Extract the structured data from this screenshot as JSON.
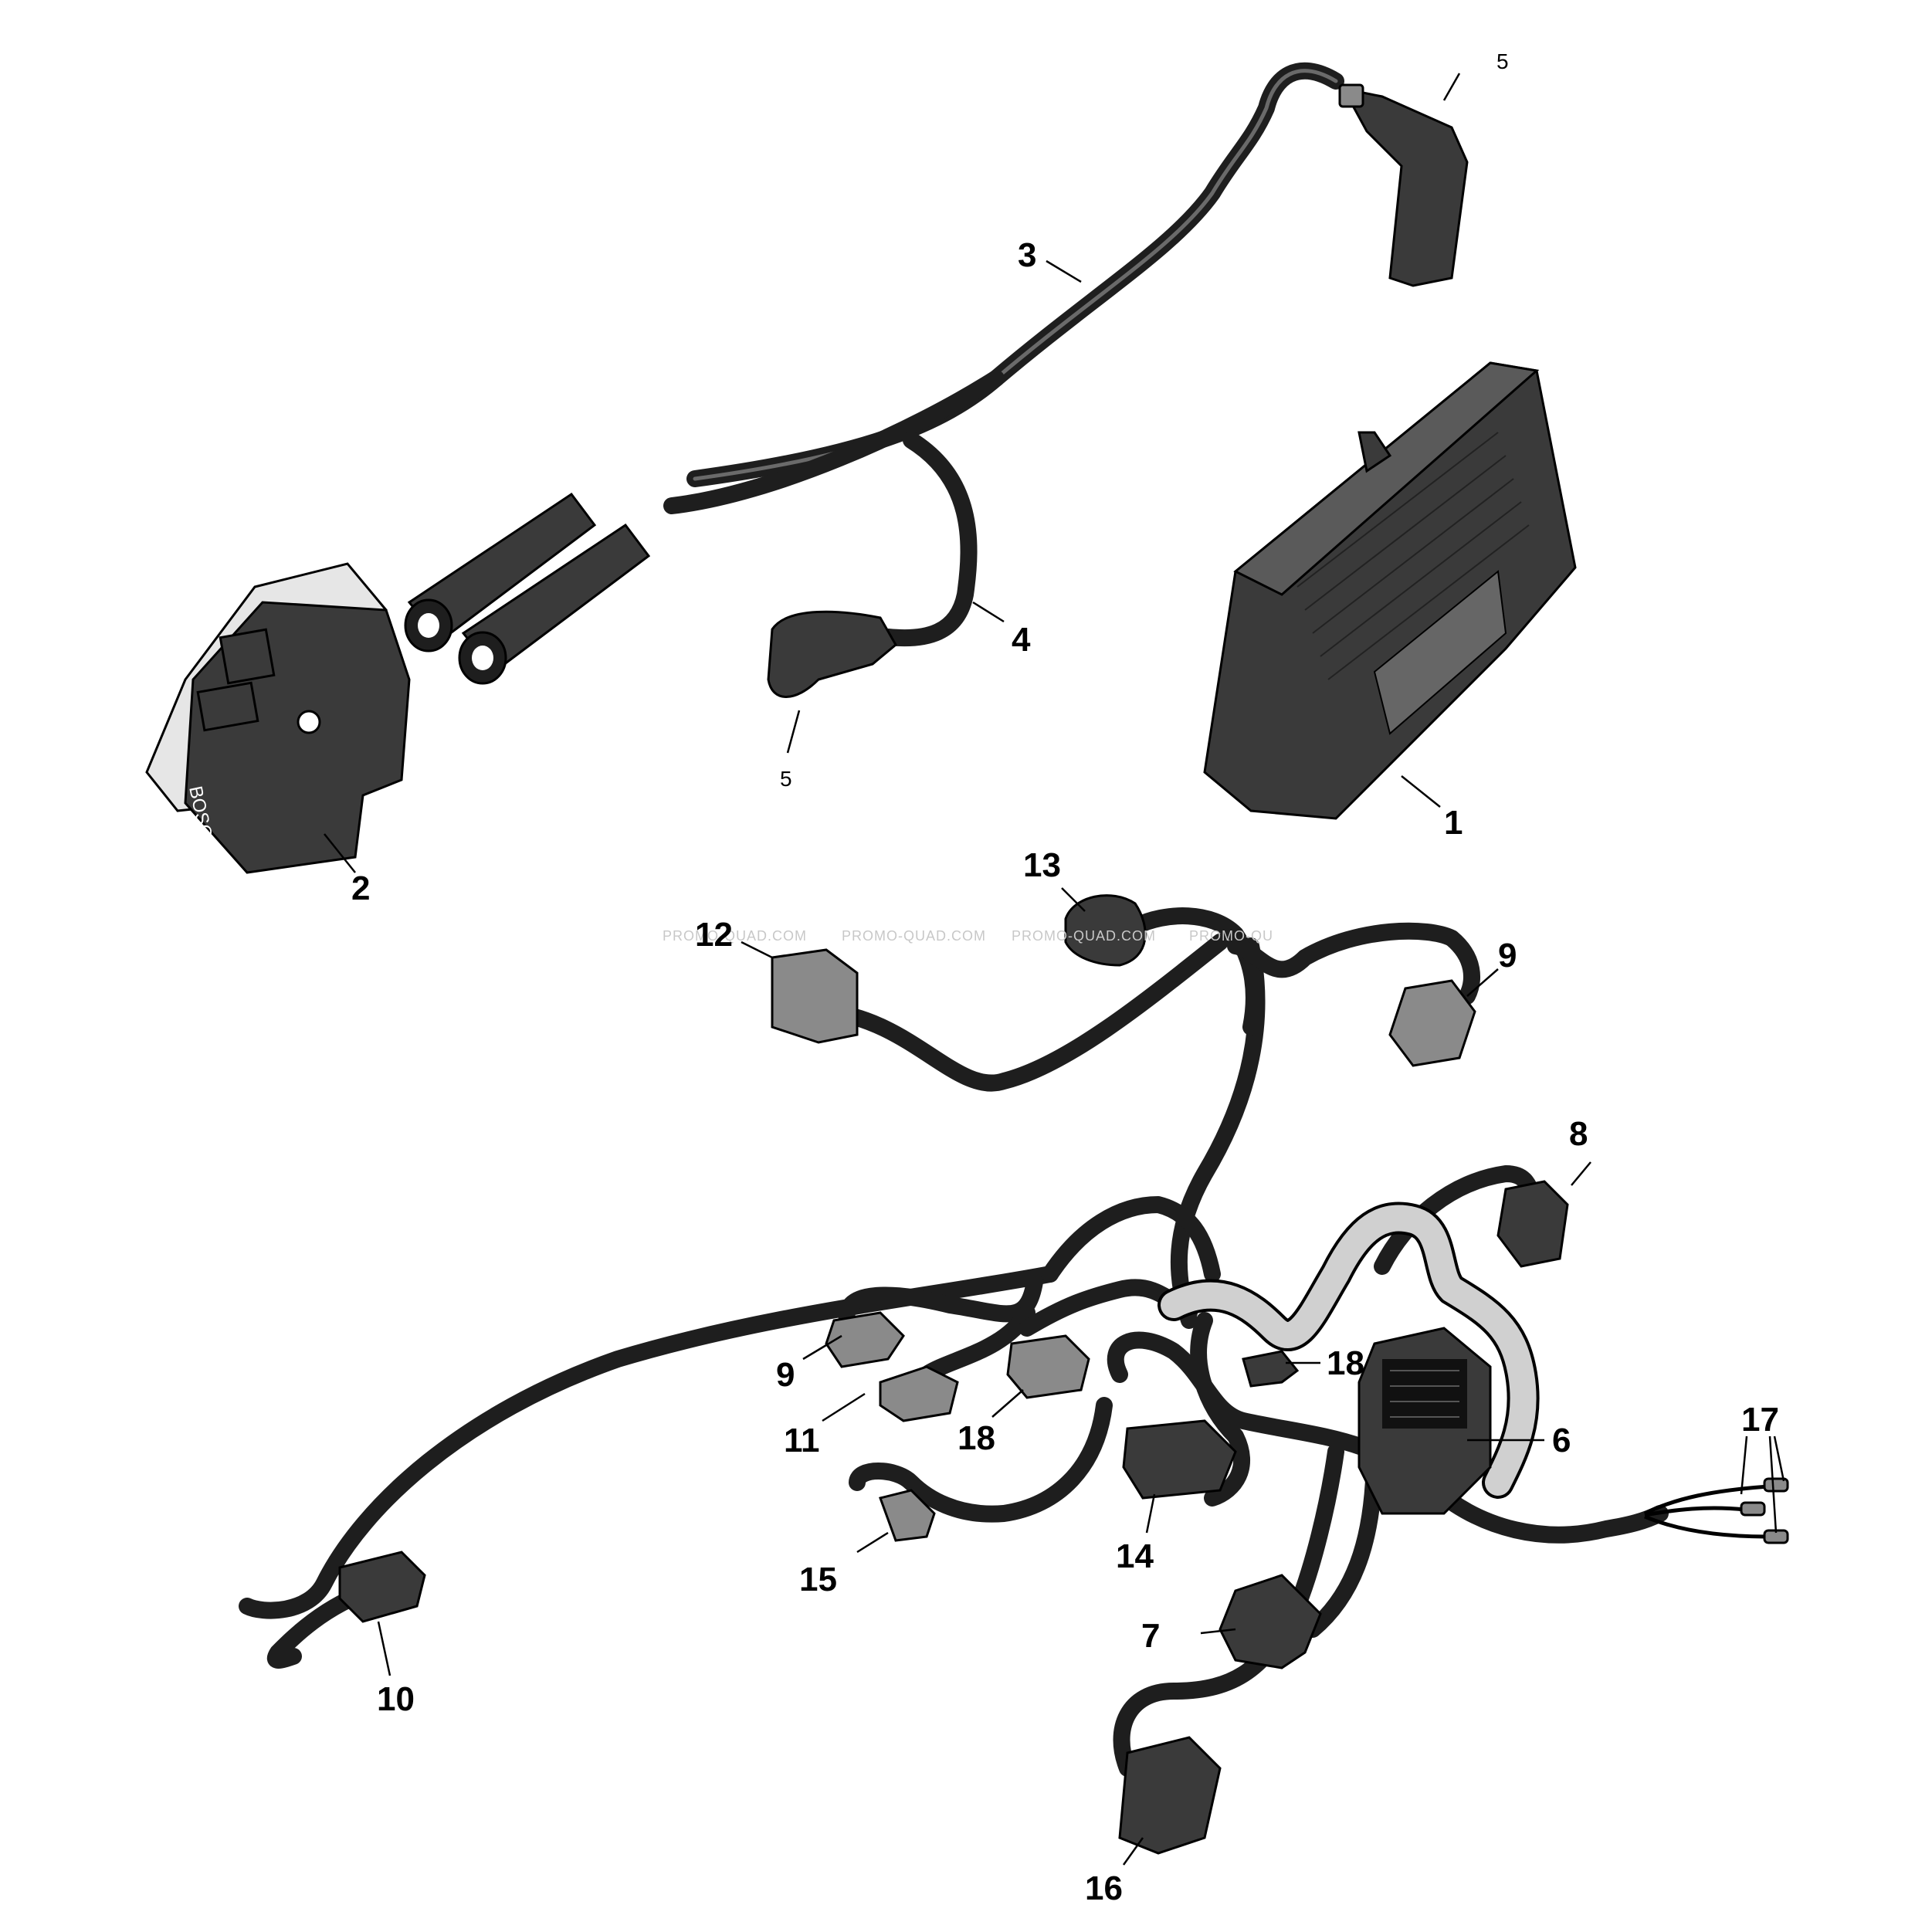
{
  "callouts": {
    "c1": "1",
    "c2": "2",
    "c3": "3",
    "c4": "4",
    "c5a": "5",
    "c5b": "5",
    "c6": "6",
    "c7": "7",
    "c8": "8",
    "c9a": "9",
    "c9b": "9",
    "c10": "10",
    "c11": "11",
    "c12": "12",
    "c13": "13",
    "c14": "14",
    "c15": "15",
    "c16": "16",
    "c17": "17",
    "c18a": "18",
    "c18b": "18"
  },
  "module_marking": "BOSCH",
  "watermarks": [
    "PROMO-QUAD.COM",
    "PROMO-QUAD.COM",
    "PROMO-QUAD.COM",
    "PROMO-QU"
  ],
  "colors": {
    "part_dark": "#3a3a3a",
    "part_light": "#e6e6e6",
    "cable": "#1e1e1e",
    "watermark": "#c8c8c8"
  }
}
